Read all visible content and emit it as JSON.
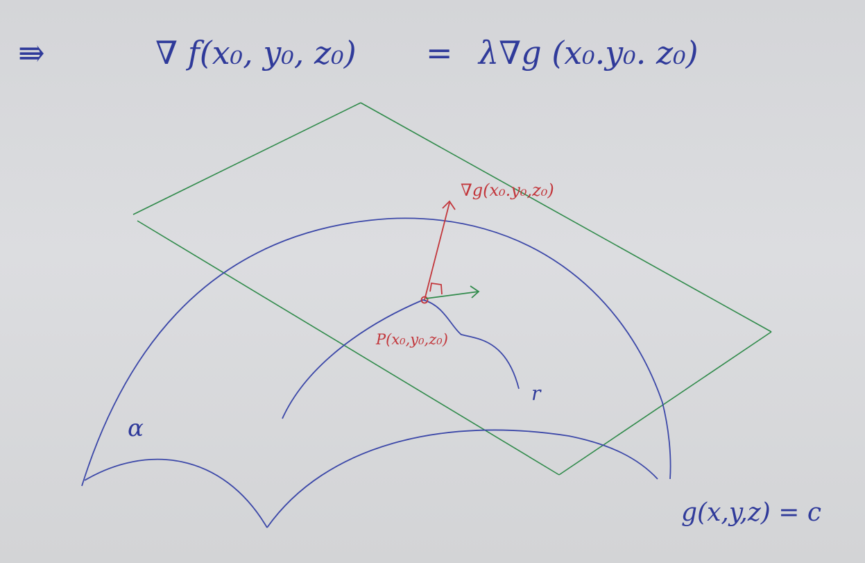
{
  "equation": {
    "implies": "⇛",
    "lhs": "∇ f(x₀, y₀, z₀)",
    "equals": "=",
    "rhs": "λ∇g (x₀.y₀. z₀)"
  },
  "labels": {
    "gradient": "∇g(x₀.y₀,z₀)",
    "point": "P(x₀,y₀,z₀)",
    "surface_alpha": "α",
    "curve_r": "r",
    "constraint": "g(x,y,z) = c"
  },
  "colors": {
    "blue_ink": "#2f3a9a",
    "red_ink": "#c2353a",
    "green_ink": "#2f8a4a",
    "paper": "#d9dadc"
  }
}
